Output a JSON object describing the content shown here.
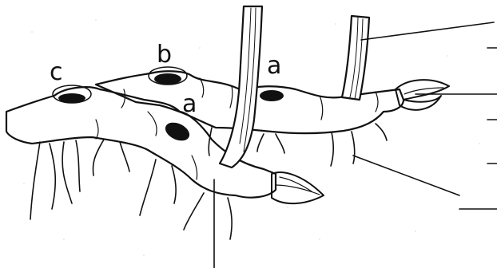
{
  "diagram": {
    "labels": {
      "c": "c",
      "b": "b",
      "a_upper": "a",
      "a_lower": "a"
    }
  }
}
